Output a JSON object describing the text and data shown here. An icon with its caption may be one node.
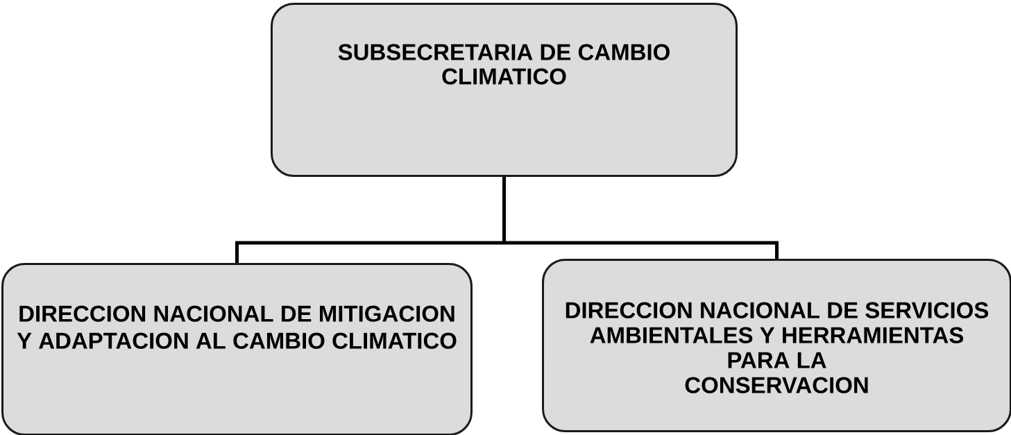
{
  "diagram": {
    "nodes": [
      {
        "text": [
          "SUBSECRETARIA DE CAMBIO CLIMATICO"
        ]
      },
      {
        "text": [
          "DIRECCION NACIONAL DE MITIGACION Y ADAPTACION AL CAMBIO CLIMATICO"
        ]
      },
      {
        "text": [
          "DIRECCION NACIONAL DE SERVICIOS AMBIENTALES Y HERRAMIENTAS PARA LA CONSERVACION"
        ]
      }
    ],
    "edges": [
      {
        "from": 0,
        "to": 1,
        "arrow": "none"
      },
      {
        "from": 0,
        "to": 2,
        "arrow": "none"
      }
    ]
  }
}
